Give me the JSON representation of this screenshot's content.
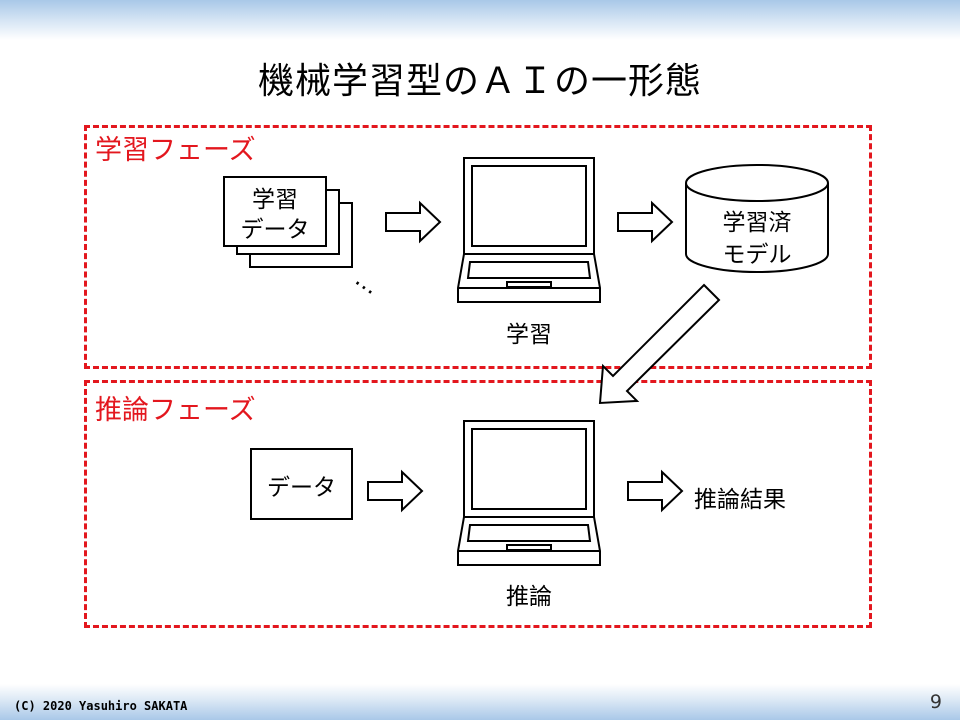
{
  "slide": {
    "title": "機械学習型のＡＩの一形態",
    "copyright": "(C) 2020 Yasuhiro SAKATA",
    "page_number": "9"
  },
  "learning_phase": {
    "label": "学習フェーズ",
    "data_line1": "学習",
    "data_line2": "データ",
    "ellipsis": "…",
    "computer_caption": "学習",
    "model_line1": "学習済",
    "model_line2": "モデル"
  },
  "inference_phase": {
    "label": "推論フェーズ",
    "data_label": "データ",
    "computer_caption": "推論",
    "result_label": "推論結果"
  },
  "colors": {
    "accent_red": "#e3171e",
    "header_blue": "#a9c8e8"
  }
}
